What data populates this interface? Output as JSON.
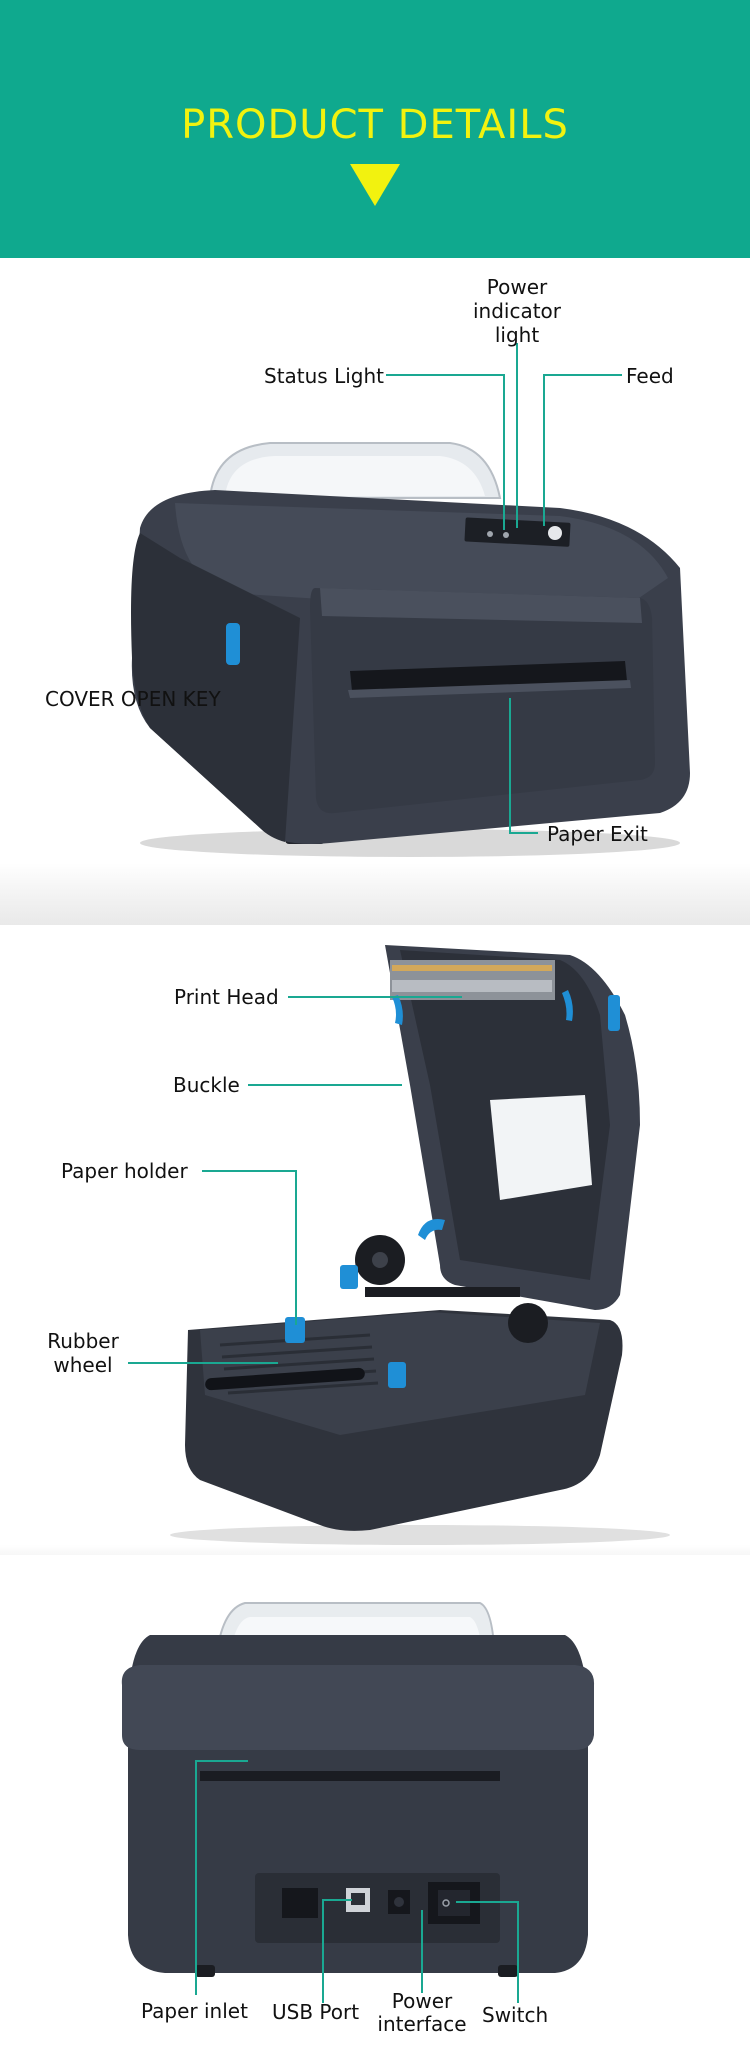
{
  "header": {
    "title": "PRODUCT DETAILS"
  },
  "colors": {
    "header_bg": "#0fa98e",
    "title": "#f2f20f",
    "leader": "#1aa892",
    "printer_body": "#3a3f4b",
    "accent_blue": "#1f8fd6"
  },
  "section_front": {
    "labels": {
      "power_indicator_1": "Power",
      "power_indicator_2": "indicator",
      "power_indicator_3": "light",
      "status_light": "Status Light",
      "feed": "Feed",
      "cover_open_key": "COVER OPEN KEY",
      "paper_exit": "Paper Exit"
    }
  },
  "section_open": {
    "labels": {
      "print_head": "Print Head",
      "buckle": "Buckle",
      "paper_holder": "Paper holder",
      "rubber_wheel_1": "Rubber",
      "rubber_wheel_2": "wheel"
    }
  },
  "section_back": {
    "labels": {
      "paper_inlet": "Paper inlet",
      "usb_port": "USB Port",
      "power_interface_1": "Power",
      "power_interface_2": "interface",
      "switch": "Switch"
    }
  }
}
